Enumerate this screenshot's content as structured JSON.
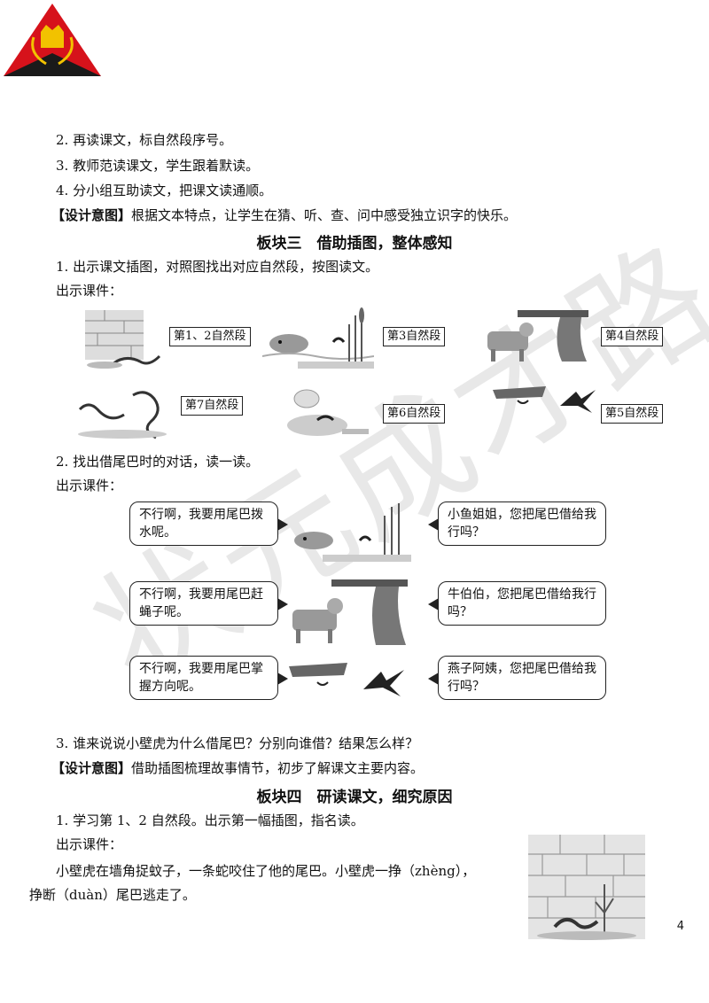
{
  "lines": {
    "l1": "2. 再读课文，标自然段序号。",
    "l2": "3. 教师范读课文，学生跟着默读。",
    "l3": "4. 分小组互助读文，把课文读通顺。",
    "intent1_label": "【设计意图】",
    "intent1_text": "根据文本特点，让学生在猜、听、查、问中感受独立识字的快乐。",
    "heading3": "板块三　借助插图，整体感知",
    "l4": "1. 出示课文插图，对照图找出对应自然段，按图读文。",
    "l5": "出示课件：",
    "l6": "2. 找出借尾巴时的对话，读一读。",
    "l7": "出示课件：",
    "l8": "3. 谁来说说小壁虎为什么借尾巴？分别向谁借？结果怎么样？",
    "intent2_label": "【设计意图】",
    "intent2_text": "借助插图梳理故事情节，初步了解课文主要内容。",
    "heading4": "板块四　研读课文，细究原因",
    "l9": "1. 学习第 1、2 自然段。出示第一幅插图，指名读。",
    "l10": "出示课件：",
    "l11": "小壁虎在墙角捉蚊子，一条蛇咬住了他的尾巴。小壁虎一挣（zhèng），",
    "l12": "挣断（duàn）尾巴逃走了。"
  },
  "labels": {
    "p12": "第1、2自然段",
    "p3": "第3自然段",
    "p4": "第4自然段",
    "p7": "第7自然段",
    "p6": "第6自然段",
    "p5": "第5自然段"
  },
  "dialogs": {
    "r1_left": "不行啊，我要用尾巴拨水呢。",
    "r1_right": "小鱼姐姐，您把尾巴借给我行吗？",
    "r2_left": "不行啊，我要用尾巴赶蝇子呢。",
    "r2_right": "牛伯伯，您把尾巴借给我行吗？",
    "r3_left": "不行啊，我要用尾巴掌握方向呢。",
    "r3_right": "燕子阿姨，您把尾巴借给我行吗？"
  },
  "watermark": "状元成才路",
  "page_number": "4",
  "colors": {
    "logo_red": "#d6121b",
    "logo_black": "#1a1a1a",
    "logo_gold": "#f2c200"
  }
}
